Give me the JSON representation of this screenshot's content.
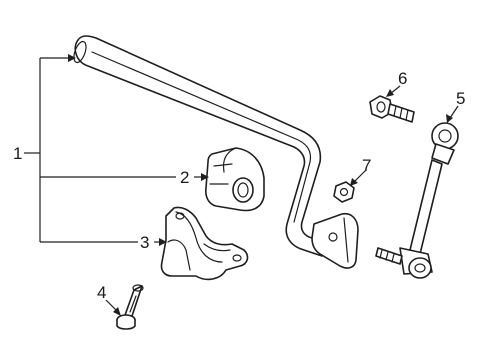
{
  "diagram": {
    "callouts": [
      {
        "id": "1",
        "label": "1",
        "part": "stabilizer-bar-assembly"
      },
      {
        "id": "2",
        "label": "2",
        "part": "bushing"
      },
      {
        "id": "3",
        "label": "3",
        "part": "bushing-clamp"
      },
      {
        "id": "4",
        "label": "4",
        "part": "clamp-bolt"
      },
      {
        "id": "5",
        "label": "5",
        "part": "stabilizer-link"
      },
      {
        "id": "6",
        "label": "6",
        "part": "link-bolt"
      },
      {
        "id": "7",
        "label": "7",
        "part": "link-nut"
      }
    ]
  }
}
